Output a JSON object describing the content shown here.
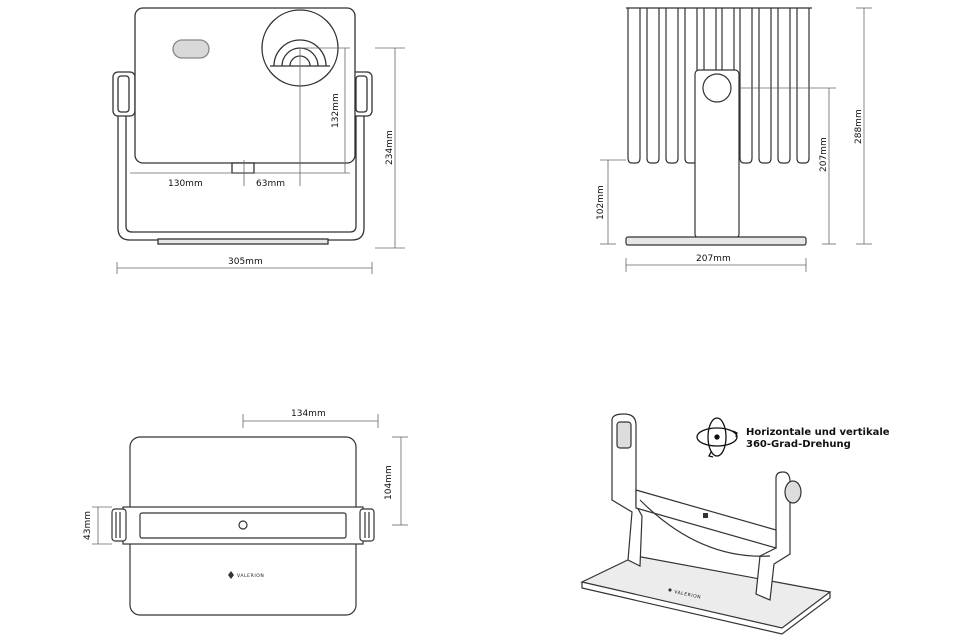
{
  "views": {
    "front": {
      "dim_width_total": "305mm",
      "dim_lens_left": "130mm",
      "dim_lens_right": "63mm",
      "dim_lens_height": "132mm",
      "dim_height_total": "234mm"
    },
    "side": {
      "dim_total_height": "288mm",
      "dim_body_height": "207mm",
      "dim_base_to_pivot": "102mm",
      "dim_base_width": "207mm"
    },
    "top": {
      "dim_lens_offset": "134mm",
      "dim_depth": "104mm",
      "dim_handle_depth": "43mm",
      "brand_label": "VALERION"
    },
    "perspective": {
      "callout_line1": "Horizontale und vertikale",
      "callout_line2": "360-Grad-Drehung",
      "rotate_icon": "360-rotation-icon",
      "brand_label": "VALERION"
    }
  },
  "colors": {
    "line": "#333333",
    "dim_line": "#666666",
    "fill_body": "#ffffff",
    "fill_accent": "#e6e6e6",
    "text": "#111111"
  }
}
